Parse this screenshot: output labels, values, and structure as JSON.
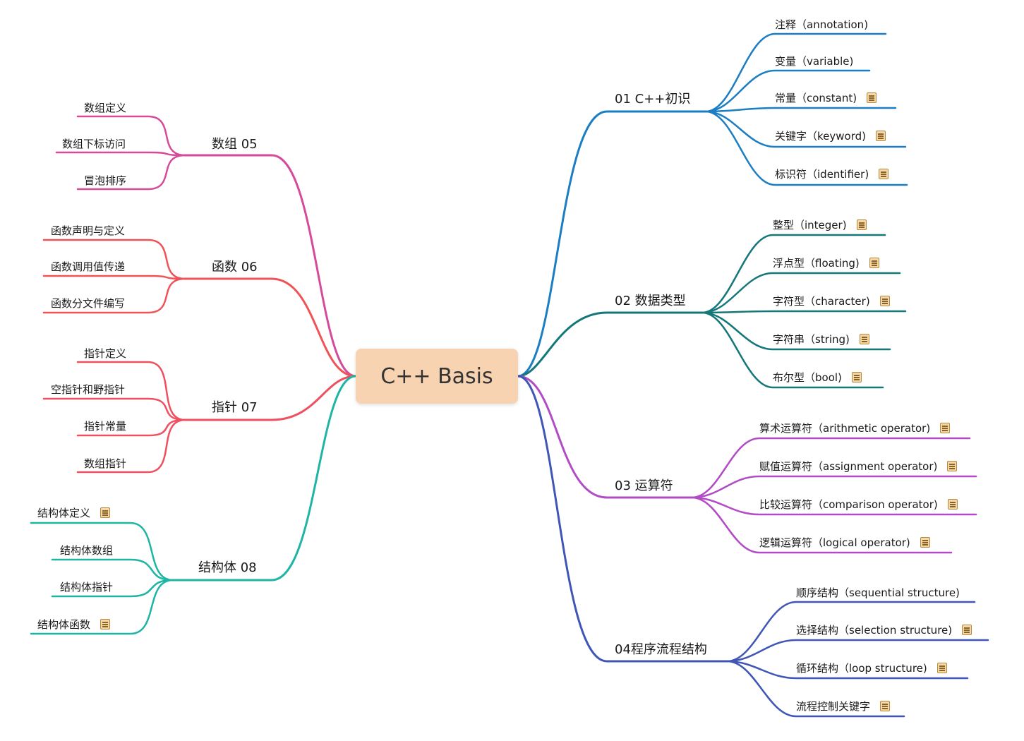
{
  "root": "C++ Basis",
  "colors": {
    "b01": "#1b7ec2",
    "b02": "#15777a",
    "b03": "#b24cc6",
    "b04": "#4056b7",
    "b05": "#d64a9a",
    "b06": "#ef5357",
    "b07": "#ef5060",
    "b08": "#1eb5a4",
    "root_fill": "#f8d3b2",
    "note_icon": "#f6d8a8"
  },
  "branches": [
    {
      "label": "01 C++初识",
      "children": [
        {
          "label": "注释（annotation)",
          "note": false
        },
        {
          "label": "变量（variable)",
          "note": false
        },
        {
          "label": "常量（constant)",
          "note": true
        },
        {
          "label": "关键字（keyword)",
          "note": true
        },
        {
          "label": "标识符（identifier)",
          "note": true
        }
      ]
    },
    {
      "label": "02 数据类型",
      "children": [
        {
          "label": "整型（integer)",
          "note": true
        },
        {
          "label": "浮点型（floating)",
          "note": true
        },
        {
          "label": "字符型（character)",
          "note": true
        },
        {
          "label": "字符串（string)",
          "note": true
        },
        {
          "label": "布尔型（bool)",
          "note": true
        }
      ]
    },
    {
      "label": "03 运算符",
      "children": [
        {
          "label": "算术运算符（arithmetic operator)",
          "note": true
        },
        {
          "label": "赋值运算符（assignment operator)",
          "note": true
        },
        {
          "label": "比较运算符（comparison operator)",
          "note": true
        },
        {
          "label": "逻辑运算符（logical operator)",
          "note": true
        }
      ]
    },
    {
      "label": "04程序流程结构",
      "children": [
        {
          "label": "顺序结构（sequential structure)",
          "note": false
        },
        {
          "label": "选择结构（selection structure)",
          "note": true
        },
        {
          "label": "循环结构（loop structure)",
          "note": true
        },
        {
          "label": "流程控制关键字",
          "note": true
        }
      ]
    },
    {
      "label": "数组 05",
      "children": [
        {
          "label": "数组定义",
          "note": false
        },
        {
          "label": "数组下标访问",
          "note": false
        },
        {
          "label": "冒泡排序",
          "note": false
        }
      ]
    },
    {
      "label": "函数 06",
      "children": [
        {
          "label": "函数声明与定义",
          "note": false
        },
        {
          "label": "函数调用值传递",
          "note": false
        },
        {
          "label": "函数分文件编写",
          "note": false
        }
      ]
    },
    {
      "label": "指针 07",
      "children": [
        {
          "label": "指针定义",
          "note": false
        },
        {
          "label": "空指针和野指针",
          "note": false
        },
        {
          "label": "指针常量",
          "note": false
        },
        {
          "label": "数组指针",
          "note": false
        }
      ]
    },
    {
      "label": "结构体 08",
      "children": [
        {
          "label": "结构体定义",
          "note": true
        },
        {
          "label": "结构体数组",
          "note": false
        },
        {
          "label": "结构体指针",
          "note": false
        },
        {
          "label": "结构体函数",
          "note": true
        }
      ]
    }
  ]
}
